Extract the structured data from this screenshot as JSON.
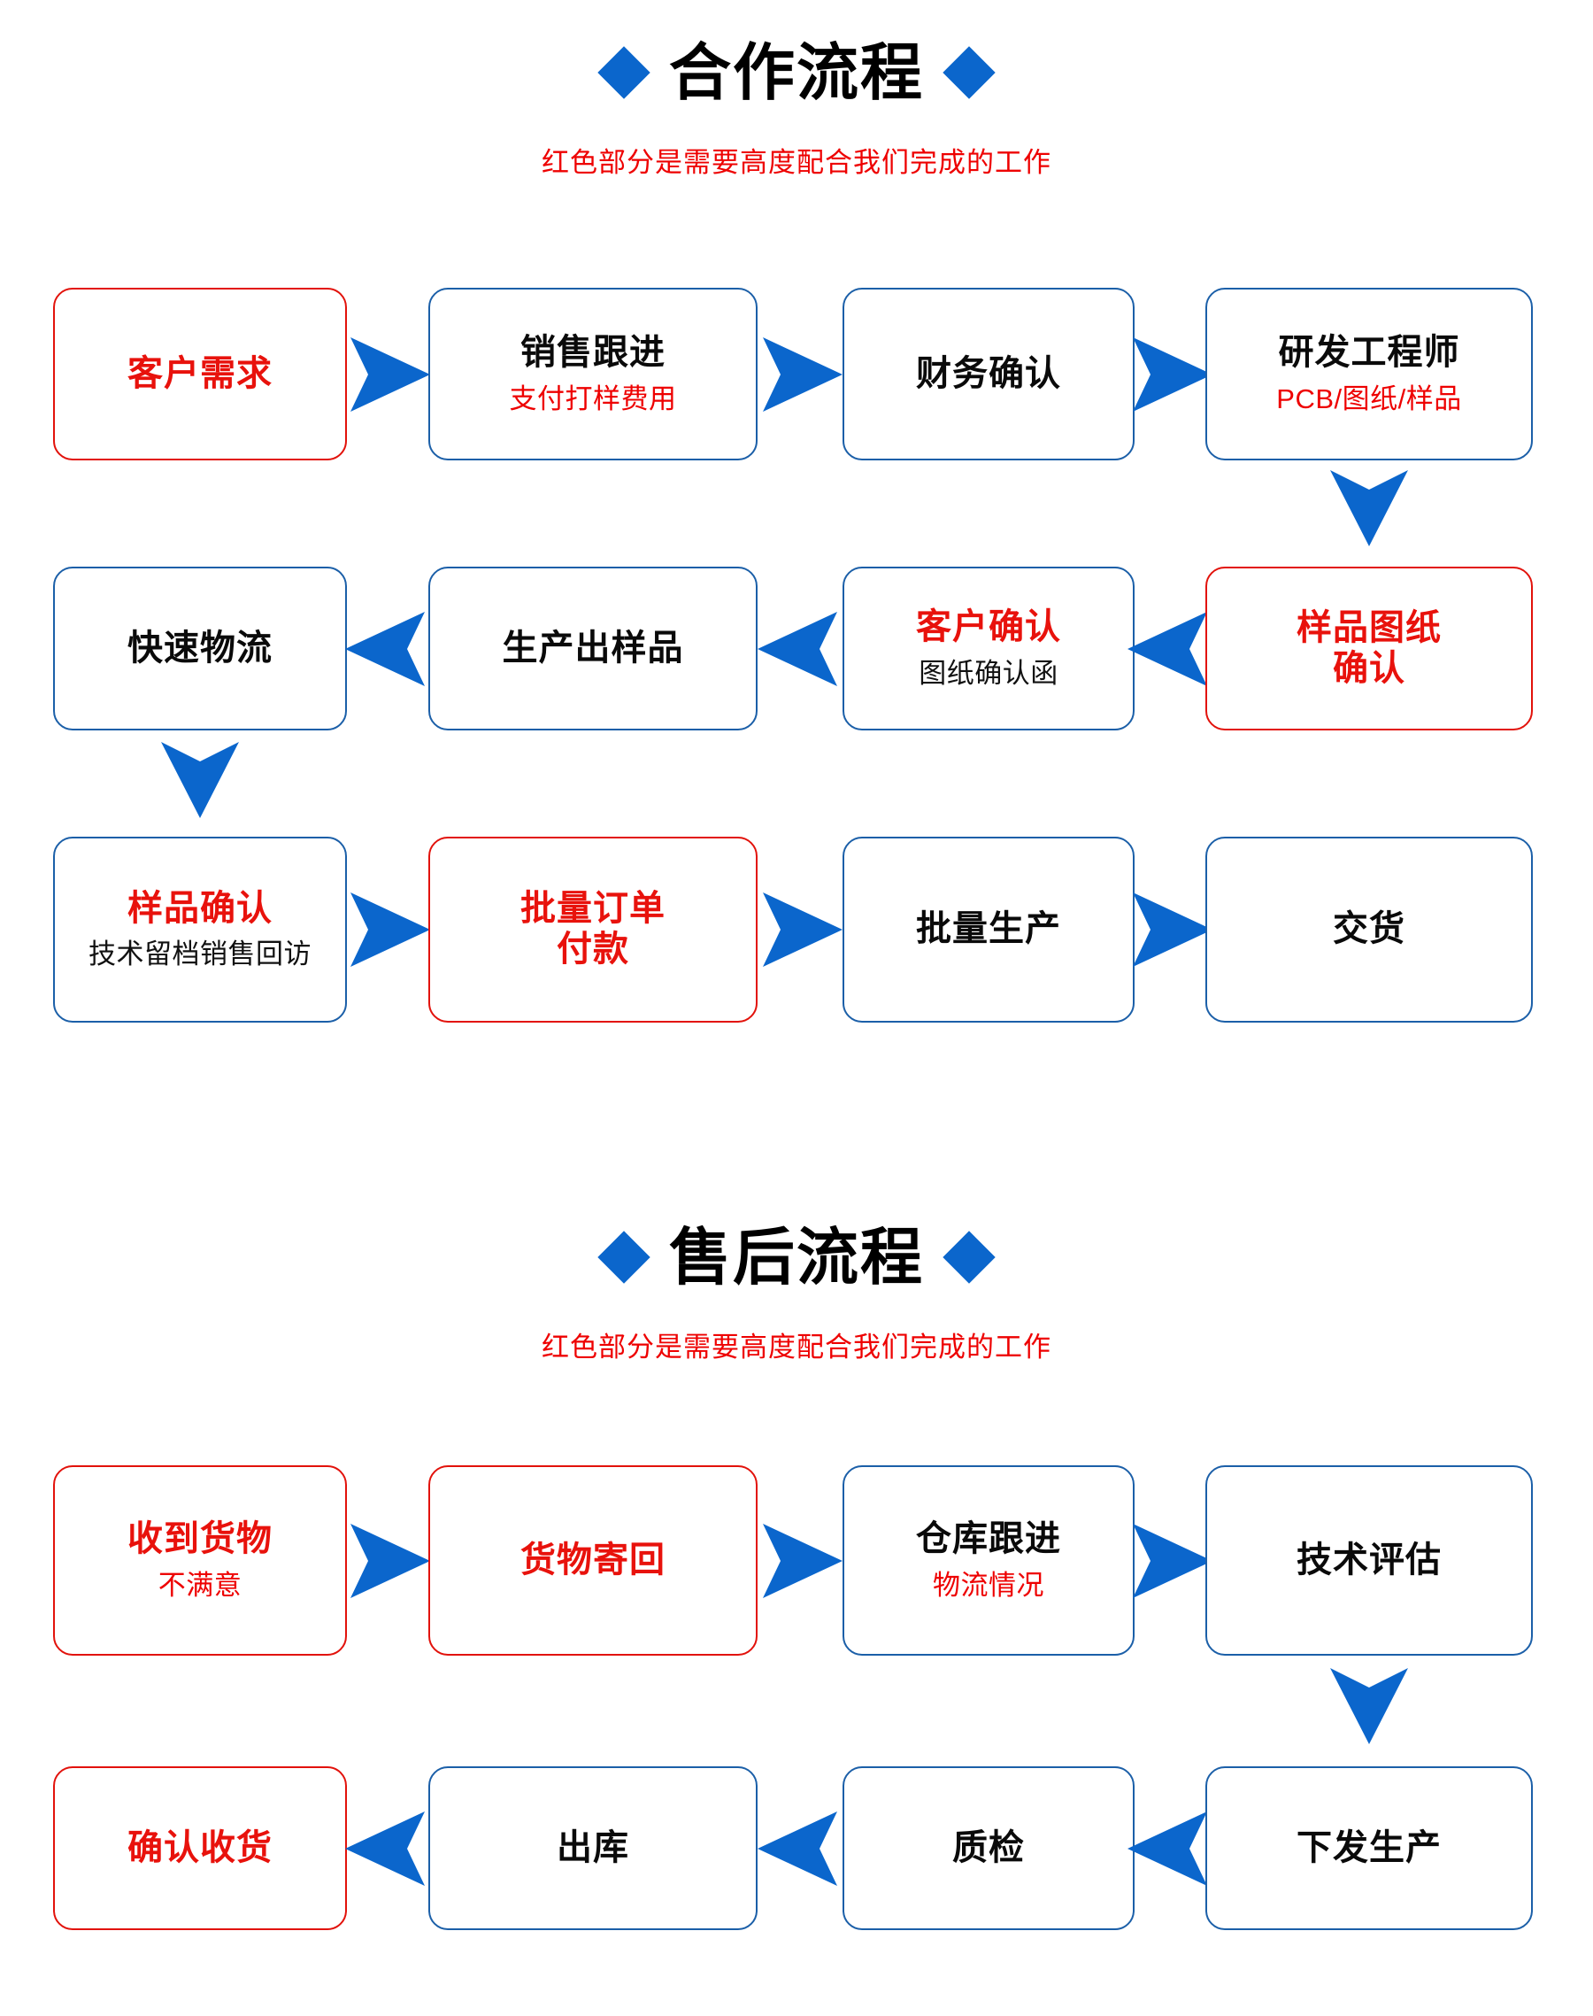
{
  "sections": [
    {
      "title": "合作流程",
      "subtitle": "红色部分是需要高度配合我们完成的工作",
      "rows": [
        {
          "direction": "ltr",
          "boxes": [
            {
              "main": "客户需求",
              "main_color": "red",
              "border": "red",
              "sub": "",
              "sub_color": ""
            },
            {
              "main": "销售跟进",
              "main_color": "black",
              "border": "blue",
              "sub": "支付打样费用",
              "sub_color": "red"
            },
            {
              "main": "财务确认",
              "main_color": "black",
              "border": "blue",
              "sub": "",
              "sub_color": ""
            },
            {
              "main": "研发工程师",
              "main_color": "black",
              "border": "blue",
              "sub": "PCB/图纸/样品",
              "sub_color": "red"
            }
          ]
        },
        {
          "direction": "rtl",
          "boxes": [
            {
              "main": "快速物流",
              "main_color": "black",
              "border": "blue",
              "sub": "",
              "sub_color": ""
            },
            {
              "main": "生产出样品",
              "main_color": "black",
              "border": "blue",
              "sub": "",
              "sub_color": ""
            },
            {
              "main": "客户确认",
              "main_color": "red",
              "border": "blue",
              "sub": "图纸确认函",
              "sub_color": "black"
            },
            {
              "main": "样品图纸\n确认",
              "main_color": "red",
              "border": "red",
              "sub": "",
              "sub_color": ""
            }
          ]
        },
        {
          "direction": "ltr",
          "boxes": [
            {
              "main": "样品确认",
              "main_color": "red",
              "border": "blue",
              "sub": "技术留档销售回访",
              "sub_color": "black"
            },
            {
              "main": "批量订单\n付款",
              "main_color": "red",
              "border": "red",
              "sub": "",
              "sub_color": ""
            },
            {
              "main": "批量生产",
              "main_color": "black",
              "border": "blue",
              "sub": "",
              "sub_color": ""
            },
            {
              "main": "交货",
              "main_color": "black",
              "border": "blue",
              "sub": "",
              "sub_color": ""
            }
          ]
        }
      ]
    },
    {
      "title": "售后流程",
      "subtitle": "红色部分是需要高度配合我们完成的工作",
      "rows": [
        {
          "direction": "ltr",
          "boxes": [
            {
              "main": "收到货物",
              "main_color": "red",
              "border": "red",
              "sub": "不满意",
              "sub_color": "red"
            },
            {
              "main": "货物寄回",
              "main_color": "red",
              "border": "red",
              "sub": "",
              "sub_color": ""
            },
            {
              "main": "仓库跟进",
              "main_color": "black",
              "border": "blue",
              "sub": "物流情况",
              "sub_color": "red"
            },
            {
              "main": "技术评估",
              "main_color": "black",
              "border": "blue",
              "sub": "",
              "sub_color": ""
            }
          ]
        },
        {
          "direction": "rtl",
          "boxes": [
            {
              "main": "确认收货",
              "main_color": "red",
              "border": "red",
              "sub": "",
              "sub_color": ""
            },
            {
              "main": "出库",
              "main_color": "black",
              "border": "blue",
              "sub": "",
              "sub_color": ""
            },
            {
              "main": "质检",
              "main_color": "black",
              "border": "blue",
              "sub": "",
              "sub_color": ""
            },
            {
              "main": "下发生产",
              "main_color": "black",
              "border": "blue",
              "sub": "",
              "sub_color": ""
            }
          ]
        }
      ]
    }
  ],
  "colors": {
    "accent_blue": "#0b66cc",
    "border_blue": "#1b5fa8",
    "red": "#e8120c",
    "black": "#0a0a0a",
    "background": "#ffffff"
  },
  "icons": {
    "diamond": "diamond-bullet-icon",
    "arrow_right": "arrow-right-icon",
    "arrow_left": "arrow-left-icon",
    "arrow_down": "arrow-down-icon"
  }
}
